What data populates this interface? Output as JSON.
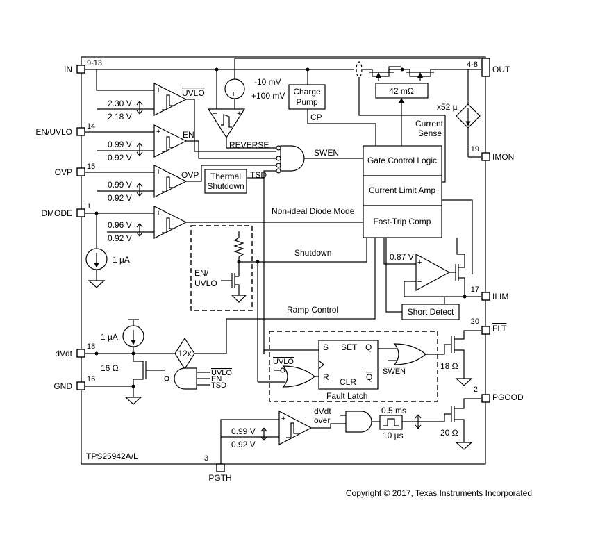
{
  "pins": {
    "in": {
      "name": "IN",
      "num": "9-13"
    },
    "out": {
      "name": "OUT",
      "num": "4-8"
    },
    "en_uvlo": {
      "name": "EN/UVLO",
      "num": "14"
    },
    "ovp": {
      "name": "OVP",
      "num": "15"
    },
    "dmode": {
      "name": "DMODE",
      "num": "1"
    },
    "imon": {
      "name": "IMON",
      "num": "19"
    },
    "ilim": {
      "name": "ILIM",
      "num": "17"
    },
    "flt": {
      "name": "FLT",
      "num": "20"
    },
    "pgood": {
      "name": "PGOOD",
      "num": "2"
    },
    "dvdt": {
      "name": "dVdt",
      "num": "18"
    },
    "gnd": {
      "name": "GND",
      "num": "16"
    },
    "pgth": {
      "name": "PGTH",
      "num": "3"
    }
  },
  "labels": {
    "rev_top": "-10 mV",
    "rev_bot": "+100 mV",
    "reverse": "REVERSE",
    "charge_pump_1": "Charge",
    "charge_pump_2": "Pump",
    "cp": "CP",
    "rds": "42 mΩ",
    "x52": "x52 µ",
    "current_sense_1": "Current",
    "current_sense_2": "Sense",
    "uvlo": "UVLO",
    "en": "EN",
    "ovp": "OVP",
    "swen": "SWEN",
    "thermal_1": "Thermal",
    "thermal_2": "Shutdown",
    "tsd": "TSD",
    "gate_control": "Gate Control Logic",
    "current_limit": "Current Limit Amp",
    "fast_trip": "Fast-Trip Comp",
    "nonideal": "Non-ideal Diode Mode",
    "shutdown": "Shutdown",
    "ramp_control": "Ramp Control",
    "en_uvlo_inner_1": "EN/",
    "en_uvlo_inner_2": "UVLO",
    "ilim_ref": "0.87 V",
    "short_detect": "Short Detect",
    "ua1_dmode": "1 µA",
    "ua1_dvdt": "1 µA",
    "x12": "12x",
    "r16": "16 Ω",
    "set": "SET",
    "q": "Q",
    "s": "S",
    "r": "R",
    "clr": "CLR",
    "qbar": "Q",
    "latch_uvlo": "UVLO",
    "fault_latch": "Fault Latch",
    "latch_swen": "SWEN",
    "nand_uvlo": "UVLO",
    "nand_en": "EN",
    "nand_tsd": "TSD",
    "r18": "18 Ω",
    "r20": "20 Ω",
    "dvdt_1": "dVdt",
    "dvdt_2": "over",
    "t05": "0.5 ms",
    "t10": "10 µs",
    "part": "TPS25942A/L",
    "copyright": "Copyright © 2017, Texas Instruments Incorporated"
  },
  "thresholds": {
    "uvlo_hi": "2.30 V",
    "uvlo_lo": "2.18 V",
    "en_hi": "0.99 V",
    "en_lo": "0.92 V",
    "ovp_hi": "0.99 V",
    "ovp_lo": "0.92 V",
    "dmode_hi": "0.96 V",
    "dmode_lo": "0.92 V",
    "pgth_hi": "0.99 V",
    "pgth_lo": "0.92 V"
  }
}
